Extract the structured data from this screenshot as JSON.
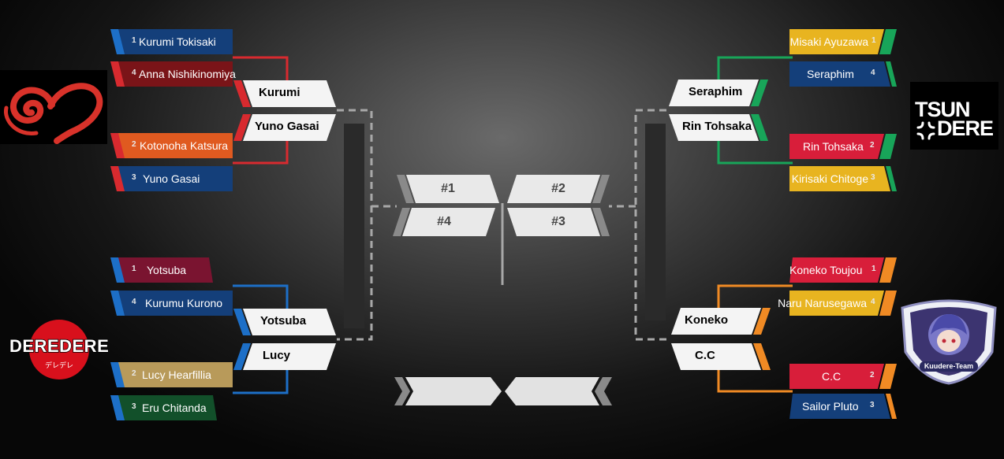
{
  "colors": {
    "yandere": "#d82a2f",
    "tsundere": "#18a559",
    "deredere": "#1d6fc7",
    "kuudere": "#f08a24",
    "line_gray": "#9a9a9a"
  },
  "logos": {
    "tsundere": {
      "line1": "TSUN",
      "line2": "DERE"
    },
    "deredere": {
      "text": "DEREDERE",
      "sub": "デレデレ"
    },
    "kuudere": {
      "text": "Kuudere-Team"
    }
  },
  "left_top": {
    "r1": [
      {
        "seed": "1",
        "name": "Kurumi Tokisaki"
      },
      {
        "seed": "4",
        "name": "Anna Nishikinomiya"
      },
      {
        "seed": "2",
        "name": "Kotonoha Katsura"
      },
      {
        "seed": "3",
        "name": "Yuno Gasai"
      }
    ],
    "r2": [
      {
        "name": "Kurumi"
      },
      {
        "name": "Yuno Gasai"
      }
    ]
  },
  "left_bottom": {
    "r1": [
      {
        "seed": "1",
        "name": "Yotsuba"
      },
      {
        "seed": "4",
        "name": "Kurumu Kurono"
      },
      {
        "seed": "2",
        "name": "Lucy Hearfillia"
      },
      {
        "seed": "3",
        "name": "Eru Chitanda"
      }
    ],
    "r2": [
      {
        "name": "Yotsuba"
      },
      {
        "name": "Lucy"
      }
    ]
  },
  "right_top": {
    "r1": [
      {
        "seed": "1",
        "name": "Misaki Ayuzawa"
      },
      {
        "seed": "4",
        "name": "Seraphim"
      },
      {
        "seed": "2",
        "name": "Rin Tohsaka"
      },
      {
        "seed": "3",
        "name": "Kirisaki Chitoge"
      }
    ],
    "r2": [
      {
        "name": "Seraphim"
      },
      {
        "name": "Rin Tohsaka"
      }
    ]
  },
  "right_bottom": {
    "r1": [
      {
        "seed": "1",
        "name": "Koneko Toujou"
      },
      {
        "seed": "4",
        "name": "Naru Narusegawa"
      },
      {
        "seed": "2",
        "name": "C.C"
      },
      {
        "seed": "3",
        "name": "Sailor Pluto"
      }
    ],
    "r2": [
      {
        "name": "Koneko"
      },
      {
        "name": "C.C"
      }
    ]
  },
  "center": {
    "seeds": [
      {
        "name": "#1"
      },
      {
        "name": "#2"
      },
      {
        "name": "#4"
      },
      {
        "name": "#3"
      }
    ]
  }
}
